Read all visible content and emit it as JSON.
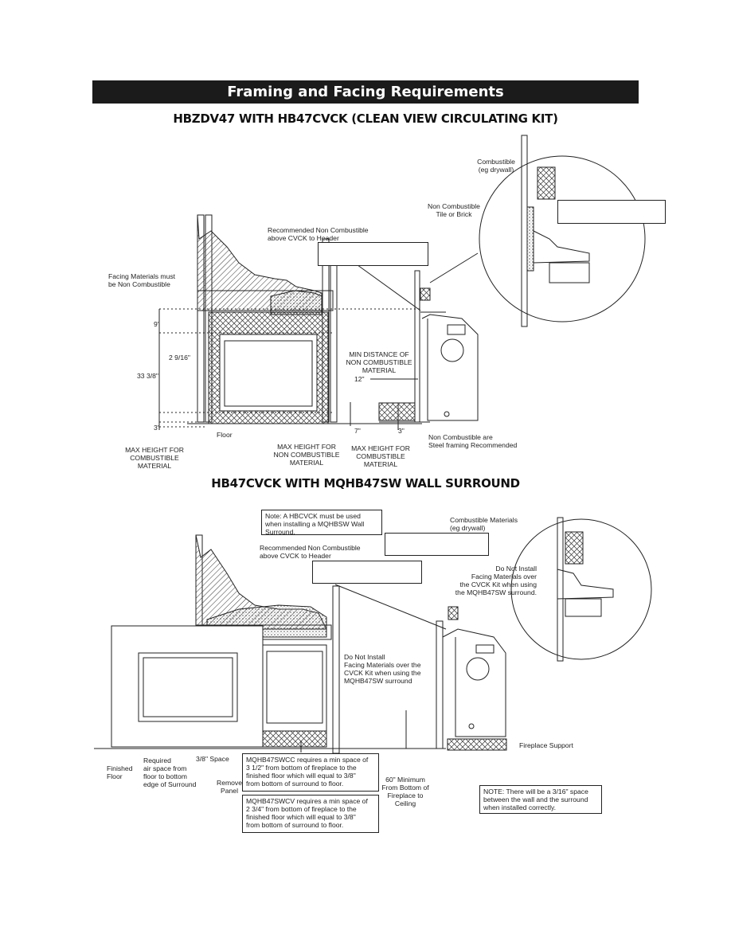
{
  "header": {
    "title": "Framing and Facing Requirements"
  },
  "diagram1": {
    "title": "HBZDV47 WITH HB47CVCK (CLEAN VIEW CIRCULATING KIT)",
    "labels": {
      "combustible": "Combustible\n(eg drywall)",
      "non_combustible_tile": "Non Combustible\nTile or Brick",
      "recommended_non_comb": "Recommended Non Combustible\nabove CVCK to Header",
      "facing_materials": "Facing Materials must\nbe Non Combustible",
      "dim_9": "9\"",
      "dim_2_9_16": "2 9/16\"",
      "dim_33_3_8": "33 3/8\"",
      "dim_3_left": "3\"",
      "min_distance": "MIN DISTANCE OF\nNON COMBUSTIBLE\nMATERIAL",
      "dim_12": "12\"",
      "dim_7": "7\"",
      "dim_3_right": "3\"",
      "floor": "Floor",
      "max_height_comb_left": "MAX HEIGHT FOR\nCOMBUSTIBLE\nMATERIAL",
      "max_height_noncomb": "MAX HEIGHT FOR\nNON COMBUSTIBLE\nMATERIAL",
      "max_height_comb_right": "MAX HEIGHT FOR\nCOMBUSTIBLE\nMATERIAL",
      "steel_framing": "Non Combustible are\nSteel framing Recommended"
    }
  },
  "diagram2": {
    "title": "HB47CVCK WITH MQHB47SW WALL SURROUND",
    "labels": {
      "note_hbcvck": "Note: A HBCVCK must be used\nwhen installing a MQHBSW Wall\nSurround.",
      "recommended_non_comb": "Recommended Non Combustible\nabove CVCK to Header",
      "combustible_materials": "Combustible Materials\n(eg drywall)",
      "do_not_install_right": "Do Not Install\nFacing Materials over\nthe CVCK Kit when using\nthe MQHB47SW surround.",
      "do_not_install_mid": "Do Not Install\nFacing Materials over the\nCVCK Kit when using the\nMQHB47SW surround",
      "finished_floor": "Finished\nFloor",
      "required_air_space": "Required\nair space from\nfloor to bottom\nedge of Surround",
      "space_3_8": "3/8\" Space",
      "remove_panel": "Remove\nPanel",
      "swcc_note": "MQHB47SWCC requires a min space of\n3 1/2\" from bottom of fireplace to the\nfinished floor which will equal to 3/8\"\nfrom bottom of surround to floor.",
      "swcv_note": "MQHB47SWCV requires a min space of\n2 3/4\" from bottom of fireplace to the\nfinished floor which will equal to 3/8\"\nfrom bottom of surround to floor.",
      "min_60": "60\" Minimum\nFrom Bottom of\nFireplace to\nCeiling",
      "fireplace_support": "Fireplace Support",
      "note_3_16": "NOTE: There will be a 3/16\" space\nbetween the wall and the surround\nwhen installed correctly."
    }
  }
}
